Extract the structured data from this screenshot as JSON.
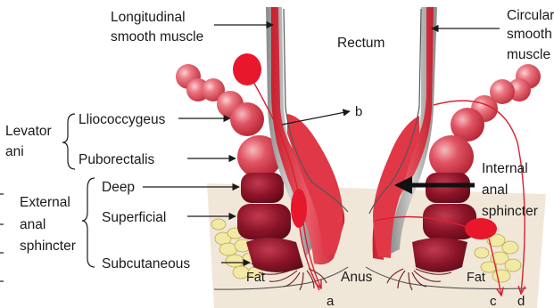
{
  "labels": {
    "longitudinal_line1": "Longitudinal",
    "longitudinal_line2": "smooth muscle",
    "rectum": "Rectum",
    "circular_line1": "Circular",
    "circular_line2": "smooth",
    "circular_line3": "muscle",
    "levator_line1": "Levator",
    "levator_line2": "ani",
    "iliococcygeus": "Lliococcygeus",
    "puborectalis": "Puborectalis",
    "external_line1": "External",
    "external_line2": "anal",
    "external_line3": "sphincter",
    "deep": "Deep",
    "superficial": "Superficial",
    "subcutaneous": "Subcutaneous",
    "fat_left": "Fat",
    "fat_right": "Fat",
    "anus": "Anus",
    "internal_line1": "Internal",
    "internal_line2": "anal",
    "internal_line3": "sphincter",
    "pointer_a": "a",
    "pointer_b": "b",
    "pointer_c": "c",
    "pointer_d": "d"
  },
  "colors": {
    "muscle_red": "#d8283a",
    "muscle_dark": "#7a0f22",
    "muscle_light": "#ef7f88",
    "smooth_gray": "#a3a3a3",
    "fat_yellow": "#f3e9a6",
    "skin_beige": "#efe4d4",
    "pointer_line": "#d82030"
  }
}
